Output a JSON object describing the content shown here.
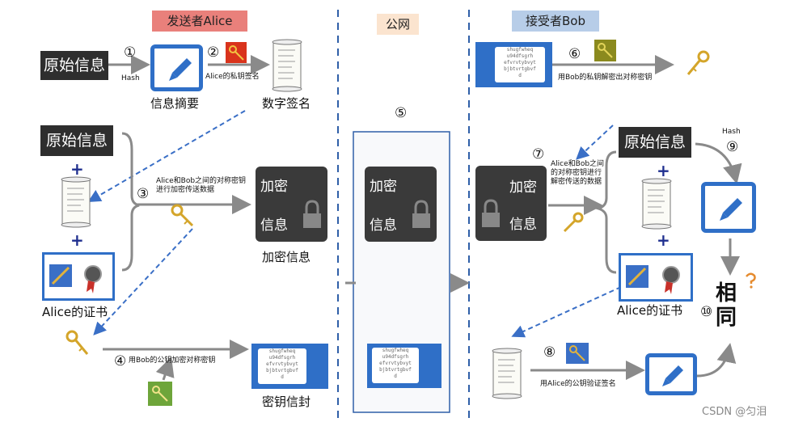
{
  "headers": {
    "sender": "发送者Alice",
    "public": "公网",
    "receiver": "接受者Bob"
  },
  "header_colors": {
    "sender": "#e9807b",
    "public": "#fbe4cf",
    "receiver": "#b7cde8"
  },
  "texts": {
    "orig": "原始信息",
    "hash": "Hash",
    "digest": "信息摘要",
    "sign": "Alice的私钥签名",
    "sig": "数字签名",
    "sym": "Alice和Bob之间的对称密钥进行加密传送数据",
    "enc1": "加密",
    "enc2": "信息",
    "encinfo": "加密信息",
    "cert": "Alice的证书",
    "pubenc": "用Bob的公钥加密对称密钥",
    "envelope": "密钥信封",
    "bobpriv": "用Bob的私钥解密出对称密钥",
    "decrypt": "Alice和Bob之间的对称密钥进行解密传送的数据",
    "verify": "用Alice的公钥验证签名",
    "same1": "相",
    "same2": "同",
    "watermark": "CSDN @匀泪",
    "cipher": "shugfwheq\nu94dfsgrh\nefvrvtybvyt\nbjbtvrtgbvf\nd",
    "plus": "+"
  },
  "steps": [
    "①",
    "②",
    "③",
    "④",
    "⑤",
    "⑥",
    "⑦",
    "⑧",
    "⑨",
    "⑩"
  ],
  "icons": [
    "pen-icon",
    "key-icon",
    "lock-icon",
    "certificate-icon",
    "ribbon-seal-icon",
    "scroll-icon",
    "envelope-icon"
  ]
}
